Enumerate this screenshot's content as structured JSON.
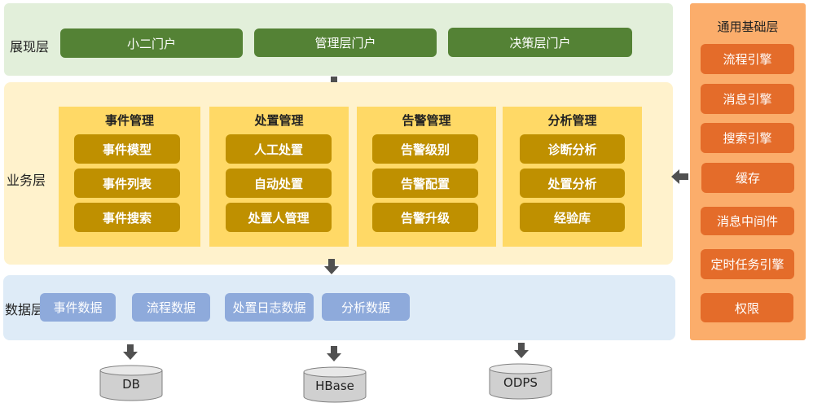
{
  "presentation_layer": {
    "label": "展现层",
    "items": [
      "小二门户",
      "管理层门户",
      "决策层门户"
    ]
  },
  "business_layer": {
    "label": "业务层",
    "groups": [
      {
        "title": "事件管理",
        "items": [
          "事件模型",
          "事件列表",
          "事件搜索"
        ]
      },
      {
        "title": "处置管理",
        "items": [
          "人工处置",
          "自动处置",
          "处置人管理"
        ]
      },
      {
        "title": "告警管理",
        "items": [
          "告警级别",
          "告警配置",
          "告警升级"
        ]
      },
      {
        "title": "分析管理",
        "items": [
          "诊断分析",
          "处置分析",
          "经验库"
        ]
      }
    ]
  },
  "data_layer": {
    "label": "数据层",
    "items": [
      "事件数据",
      "流程数据",
      "处置日志数据",
      "分析数据"
    ]
  },
  "storage": [
    "DB",
    "HBase",
    "ODPS"
  ],
  "foundation_layer": {
    "label": "通用基础层",
    "items": [
      "流程引擎",
      "消息引擎",
      "搜索引擎",
      "缓存",
      "消息中间件",
      "定时任务引擎",
      "权限"
    ]
  },
  "colors": {
    "presentation_bg": "#e2efda",
    "presentation_btn": "#548235",
    "business_bg": "#fff2cc",
    "business_group": "#ffd966",
    "business_btn": "#bf9000",
    "data_bg": "#deebf7",
    "data_btn": "#8eaadb",
    "foundation_bg": "#fbad6b",
    "foundation_btn": "#e46c2a",
    "arrow": "#505050"
  }
}
